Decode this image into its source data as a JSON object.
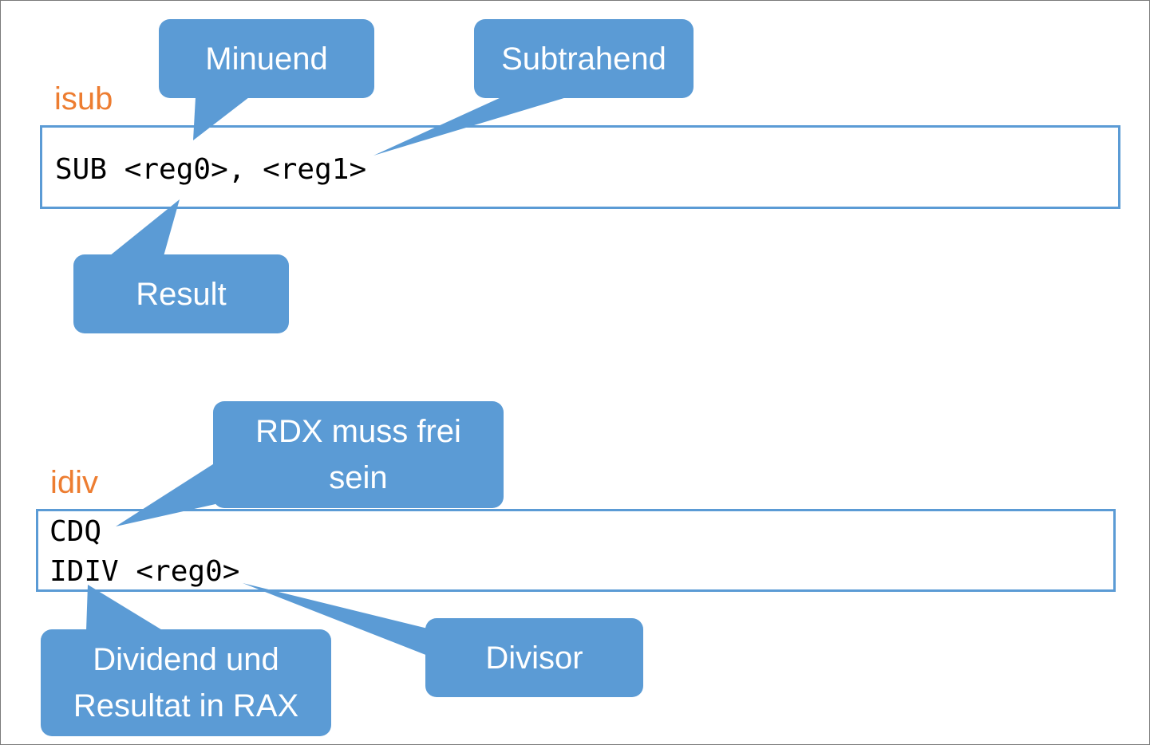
{
  "sections": {
    "isub": {
      "label": "isub",
      "code_lines": [
        "SUB <reg0>, <reg1>"
      ]
    },
    "idiv": {
      "label": "idiv",
      "code_lines": [
        "CDQ",
        "IDIV <reg0>"
      ]
    }
  },
  "callouts": {
    "minuend": "Minuend",
    "subtrahend": "Subtrahend",
    "result": "Result",
    "rdx_free": [
      "RDX muss frei",
      "sein"
    ],
    "divisor": "Divisor",
    "dividend": [
      "Dividend und",
      "Resultat in RAX"
    ]
  },
  "colors": {
    "callout_fill": "#5b9bd5",
    "box_border": "#5b9bd5",
    "label_text": "#ed7d31"
  }
}
